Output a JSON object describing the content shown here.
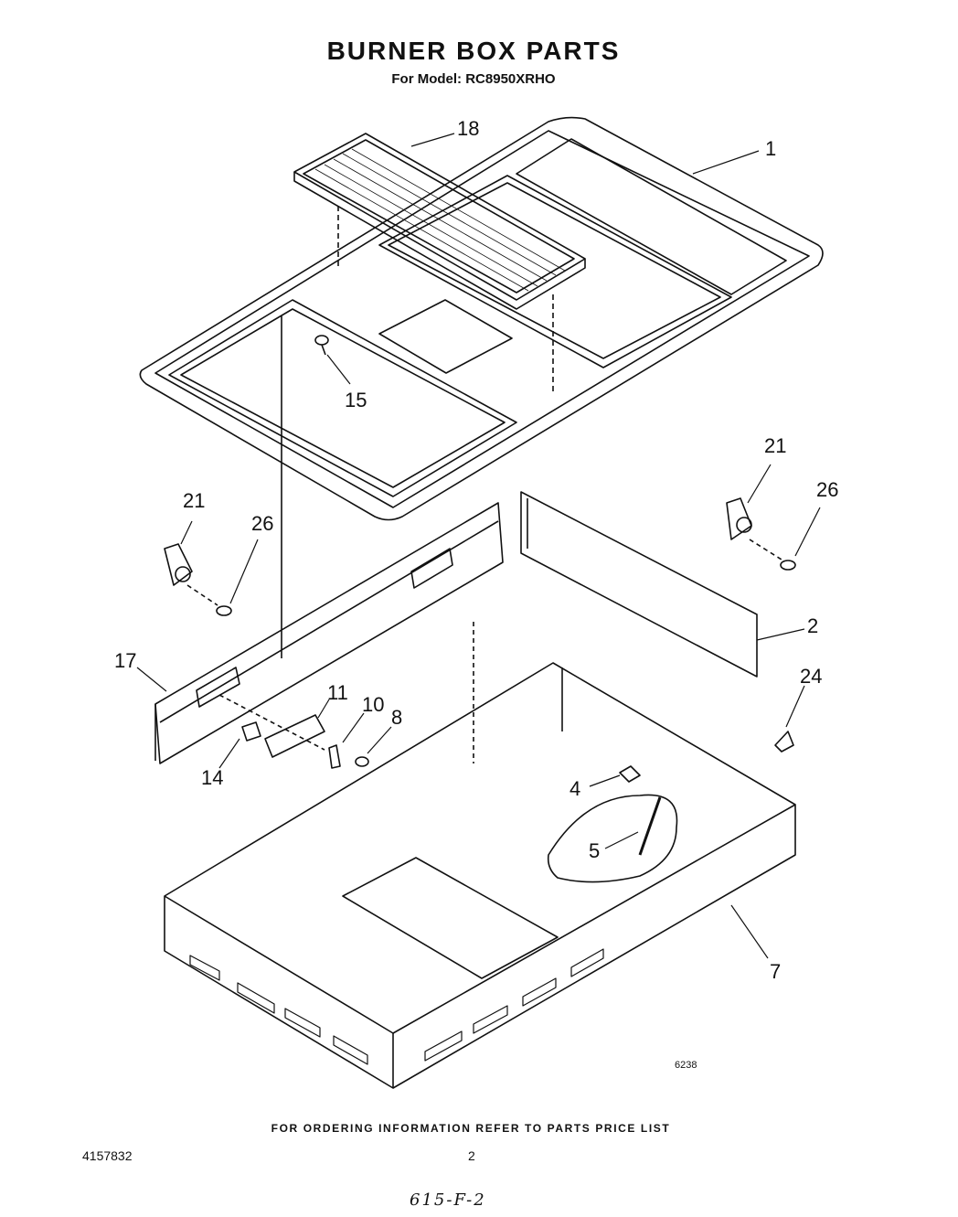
{
  "header": {
    "title": "BURNER BOX PARTS",
    "subtitle": "For Model: RC8950XRHO"
  },
  "callouts": {
    "c18": "18",
    "c1": "1",
    "c15": "15",
    "c21_left": "21",
    "c26_left": "26",
    "c21_right": "21",
    "c26_right": "26",
    "c2": "2",
    "c17": "17",
    "c11": "11",
    "c10": "10",
    "c8": "8",
    "c14": "14",
    "c24": "24",
    "c4": "4",
    "c5": "5",
    "c7": "7"
  },
  "figure_number": "6238",
  "footer": {
    "ordering_note": "FOR ORDERING INFORMATION REFER TO PARTS PRICE LIST",
    "part_number": "4157832",
    "page_number": "2",
    "handwritten": "615-F-2"
  }
}
